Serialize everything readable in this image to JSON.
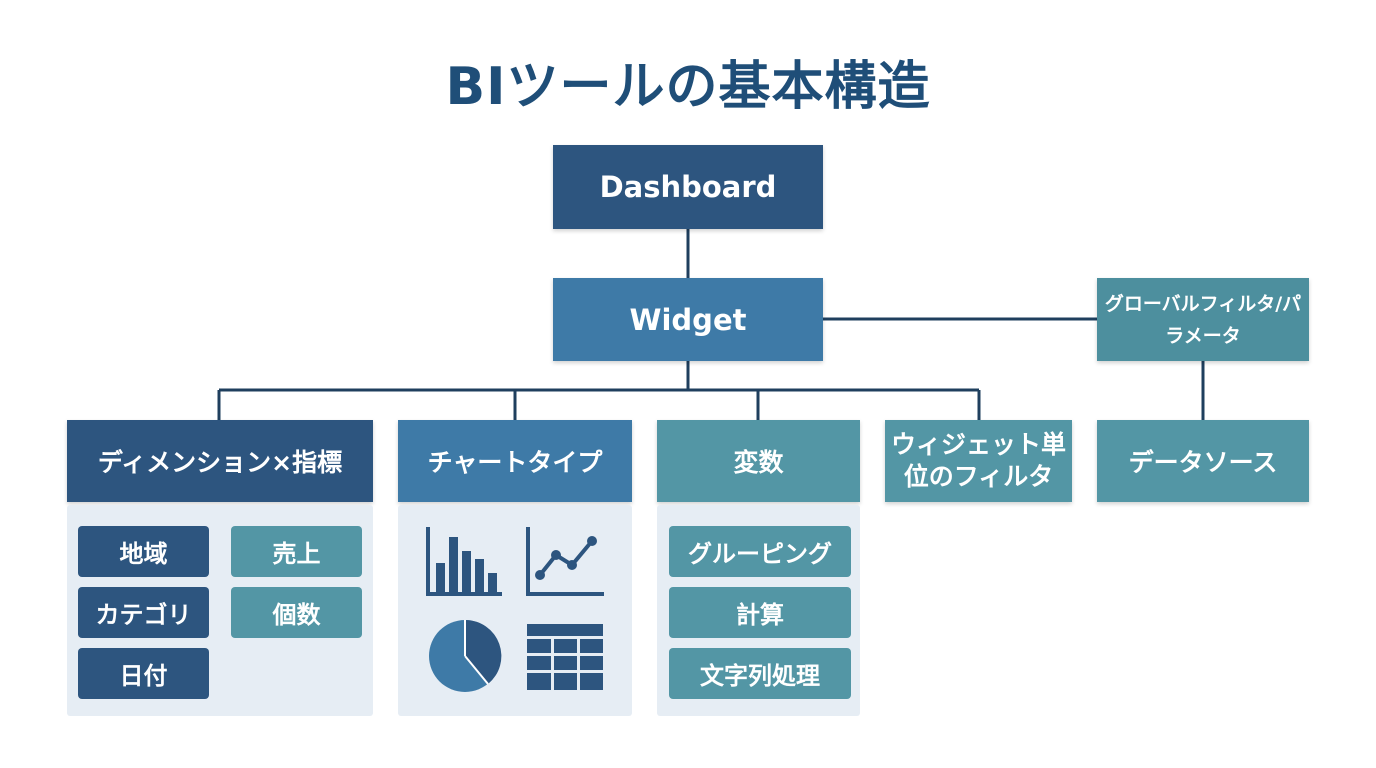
{
  "title": "BIツールの基本構造",
  "nodes": {
    "dashboard": "Dashboard",
    "widget": "Widget",
    "global_filter": "グローバルフィルタ/パラメータ",
    "dimension_metric": "ディメンション×指標",
    "chart_type": "チャートタイプ",
    "variables": "変数",
    "widget_filter": "ウィジェット単位のフィルタ",
    "data_source": "データソース"
  },
  "dimensions": [
    "地域",
    "カテゴリ",
    "日付"
  ],
  "metrics": [
    "売上",
    "個数"
  ],
  "variables_items": [
    "グルーピング",
    "計算",
    "文字列処理"
  ],
  "chart_icons": [
    "bar-chart-icon",
    "line-chart-icon",
    "pie-chart-icon",
    "table-icon"
  ],
  "colors": {
    "title": "#1f4e78",
    "navy": "#2d557f",
    "blue": "#3e7aa7",
    "teal": "#5396a5",
    "panel": "#e6edf4",
    "connector": "#1f3f5e"
  }
}
